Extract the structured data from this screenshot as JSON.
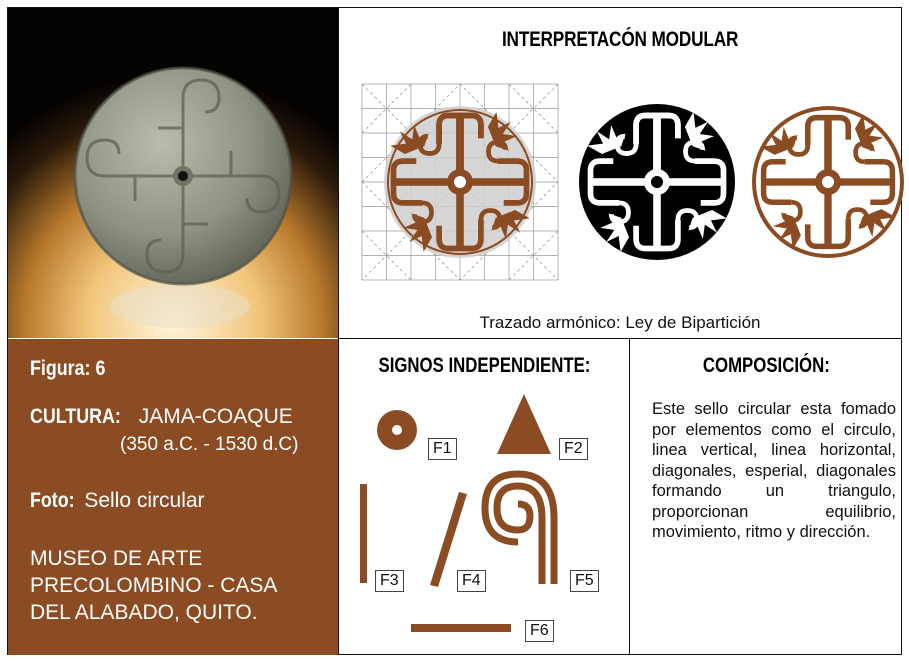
{
  "top_title": "INTERPRETACÓN MODULAR",
  "caption": "Trazado armónico: Ley de Bipartición",
  "signs_title": "SIGNOS INDEPENDIENTE:",
  "composition_title": "COMPOSICIÓN:",
  "composition_text": "Este sello circular esta fomado por elementos como el circulo, linea vertical, linea horizontal, diagonales, esperial, diagonales formando un triangulo, proporcionan equilibrio, movimiento, ritmo y dirección.",
  "figure": {
    "label": "Figura: 6"
  },
  "culture": {
    "label": "CULTURA:",
    "value": "JAMA-COAQUE",
    "dates": "(350 a.C. - 1530 d.C)"
  },
  "photo": {
    "label": "Foto:",
    "value": "Sello circular"
  },
  "museum": {
    "line1": "MUSEO DE ARTE",
    "line2": "PRECOLOMBINO - CASA",
    "line3": "DEL ALABADO, QUITO."
  },
  "signs": [
    {
      "id": "F1"
    },
    {
      "id": "F2"
    },
    {
      "id": "F3"
    },
    {
      "id": "F4"
    },
    {
      "id": "F5"
    },
    {
      "id": "F6"
    }
  ],
  "colors": {
    "brown": "#8b4c23",
    "black": "#000000",
    "grid_gray": "#d3d3d3"
  }
}
